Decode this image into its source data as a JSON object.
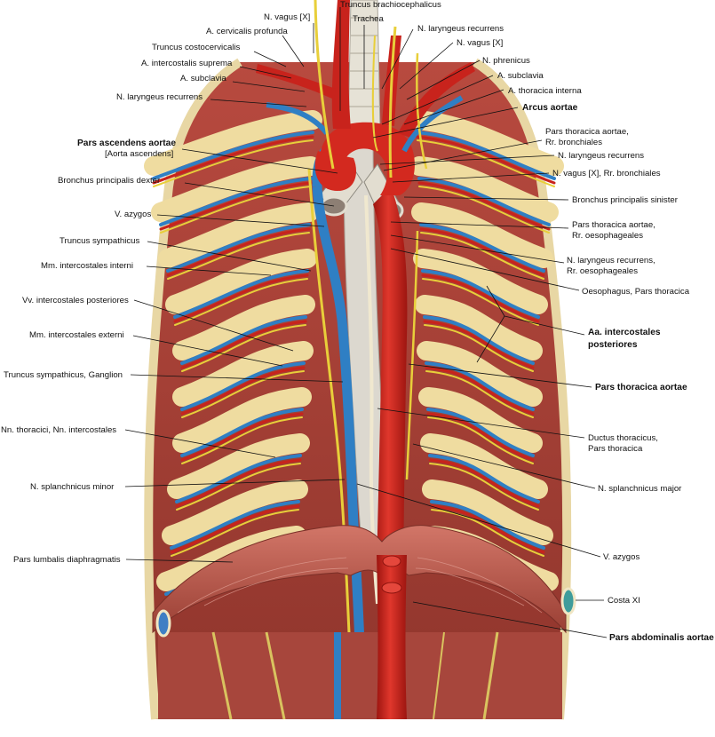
{
  "labels": {
    "truncus_brachiocephalicus": "Truncus brachiocephalicus",
    "trachea": "Trachea",
    "n_vagus_left_top": "N. vagus [X]",
    "a_cervicalis_profunda": "A. cervicalis profunda",
    "truncus_costocervicalis": "Truncus costocervicalis",
    "a_intercostalis_suprema": "A. intercostalis suprema",
    "a_subclavia_right": "A. subclavia",
    "n_laryngeus_recurrens_right": "N. laryngeus recurrens",
    "pars_ascendens_aortae": "Pars ascendens aortae",
    "aorta_ascendens": "[Aorta ascendens]",
    "bronchus_principalis_dexter": "Bronchus principalis dexter",
    "v_azygos_upper": "V. azygos",
    "truncus_sympathicus": "Truncus sympathicus",
    "mm_intercostales_interni": "Mm. intercostales interni",
    "vv_intercostales_posteriores": "Vv. intercostales posteriores",
    "mm_intercostales_externi": "Mm. intercostales externi",
    "truncus_sympathicus_ganglion": "Truncus sympathicus, Ganglion",
    "nn_thoracici": "Nn. thoracici, Nn. intercostales",
    "n_splanchnicus_minor": "N. splanchnicus minor",
    "pars_lumbalis_diaphragmatis": "Pars lumbalis diaphragmatis",
    "n_laryngeus_recurrens_top": "N. laryngeus recurrens",
    "n_vagus_right_top": "N. vagus [X]",
    "n_phrenicus": "N. phrenicus",
    "a_subclavia_left": "A. subclavia",
    "a_thoracica_interna": "A. thoracica interna",
    "arcus_aortae": "Arcus aortae",
    "pars_thoracica_bronchiales_1": "Pars thoracica aortae,",
    "pars_thoracica_bronchiales_2": "Rr. bronchiales",
    "n_laryngeus_recurrens_mid": "N. laryngeus recurrens",
    "n_vagus_bronchiales": "N. vagus [X], Rr. bronchiales",
    "bronchus_principalis_sinister": "Bronchus principalis sinister",
    "pars_thoracica_oesophageales_1": "Pars thoracica aortae,",
    "pars_thoracica_oesophageales_2": "Rr. oesophageales",
    "n_laryngeus_oesophageales_1": "N. laryngeus recurrens,",
    "n_laryngeus_oesophageales_2": "Rr. oesophageales",
    "oesophagus_pars_thoracica": "Oesophagus, Pars thoracica",
    "aa_intercostales_1": "Aa. intercostales",
    "aa_intercostales_2": "posteriores",
    "pars_thoracica_aortae": "Pars thoracica aortae",
    "ductus_thoracicus_1": "Ductus thoracicus,",
    "ductus_thoracicus_2": "Pars thoracica",
    "n_splanchnicus_major": "N. splanchnicus major",
    "v_azygos_lower": "V. azygos",
    "costa_xi": "Costa XI",
    "pars_abdominalis_aortae": "Pars abdominalis aortae"
  },
  "colors": {
    "artery": "#c8231c",
    "vein": "#2f7fc4",
    "nerve": "#e8cf3a",
    "muscle": "#c2564a",
    "rib": "#efdca0",
    "esophagus": "#d9d6cf",
    "label_text": "#111111"
  }
}
